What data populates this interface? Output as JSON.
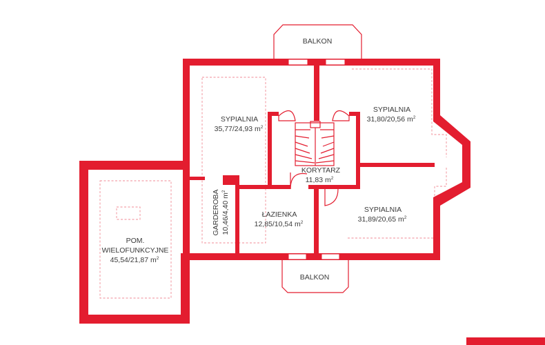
{
  "colors": {
    "wall": "#e31d2f",
    "dashed": "#f08a94",
    "text": "#3a3a3a"
  },
  "unit_superscript": "2",
  "balconies": {
    "top": "BALKON",
    "bottom": "BALKON"
  },
  "rooms": {
    "bedroom_nw": {
      "name": "SYPIALNIA",
      "area": "35,77/24,93 m"
    },
    "bedroom_ne": {
      "name": "SYPIALNIA",
      "area": "31,80/20,56 m"
    },
    "bedroom_se": {
      "name": "SYPIALNIA",
      "area": "31,89/20,65 m"
    },
    "corridor": {
      "name": "KORYTARZ",
      "area": "11,83 m"
    },
    "bathroom": {
      "name": "ŁAZIENKA",
      "area": "12,85/10,54 m"
    },
    "wardrobe": {
      "name": "GARDEROBA",
      "area": "10,46/4,40 m"
    },
    "multipurpose": {
      "name_line1": "POM.",
      "name_line2": "WIELOFUNKCYJNE",
      "area": "45,54/21,87 m"
    }
  }
}
